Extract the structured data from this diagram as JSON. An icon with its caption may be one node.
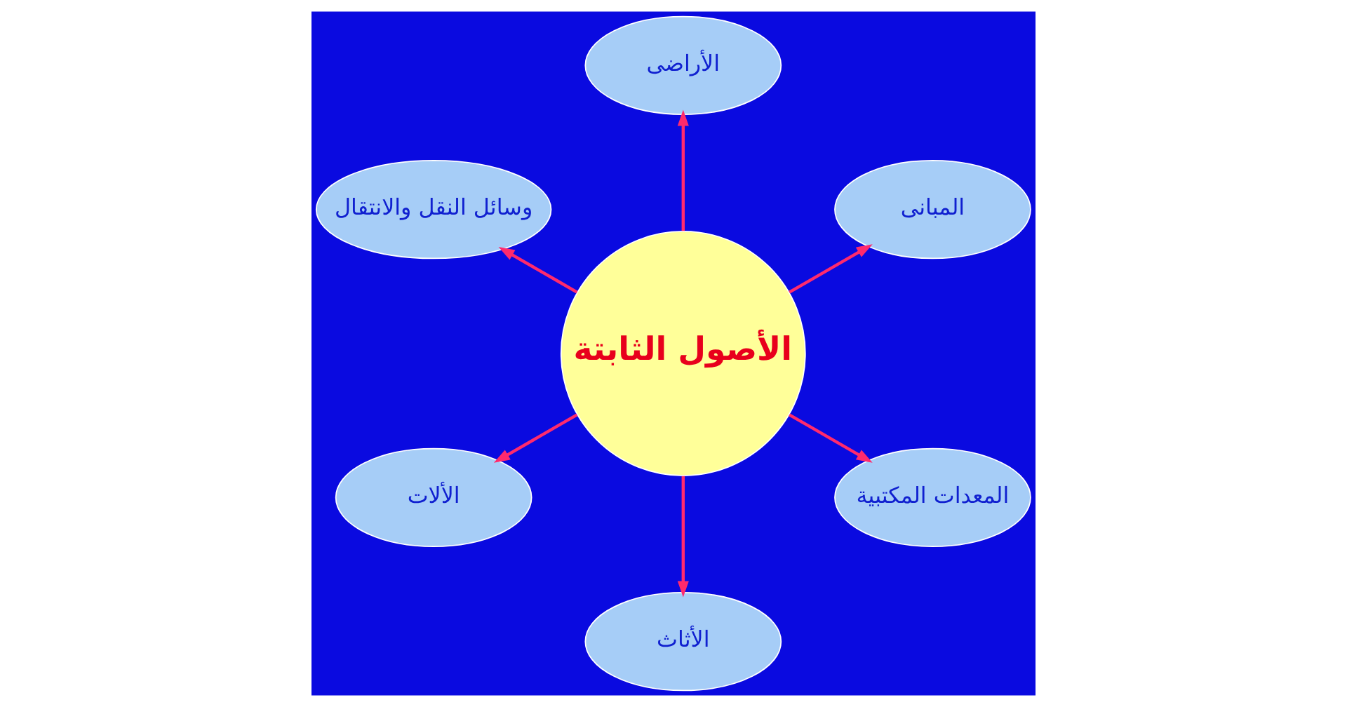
{
  "diagram": {
    "nodes": [
      {
        "text": [
          "الأصول الثابتة"
        ]
      },
      {
        "text": [
          "المبانى"
        ]
      },
      {
        "text": [
          "الأراضى"
        ]
      },
      {
        "text": [
          "وسائل النقل والانتقال"
        ]
      },
      {
        "text": [
          "الألات"
        ]
      },
      {
        "text": [
          "الأثاث"
        ]
      },
      {
        "text": [
          "المعدات المكتبية"
        ]
      }
    ],
    "edges": [
      {
        "from": 0,
        "to": 1,
        "arrow": "to"
      },
      {
        "from": 0,
        "to": 2,
        "arrow": "to"
      },
      {
        "from": 0,
        "to": 3,
        "arrow": "to"
      },
      {
        "from": 0,
        "to": 4,
        "arrow": "to"
      },
      {
        "from": 0,
        "to": 5,
        "arrow": "to"
      },
      {
        "from": 0,
        "to": 6,
        "arrow": "to"
      }
    ]
  }
}
